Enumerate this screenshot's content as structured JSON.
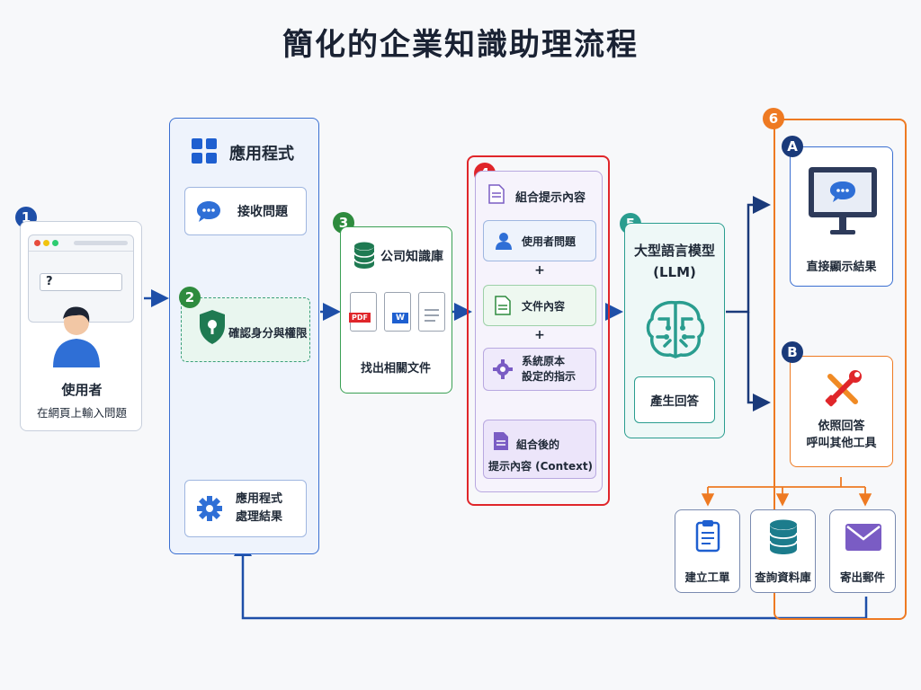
{
  "title": "簡化的企業知識助理流程",
  "colors": {
    "blue": "#1e4fa8",
    "green": "#2e8b3e",
    "red": "#e0262a",
    "purple": "#7a5cc4",
    "teal": "#2a9d8f",
    "orange": "#ee7a22",
    "navy": "#1a3a7a"
  },
  "step1": {
    "badge": "1",
    "name": "使用者",
    "desc": "在網頁上輸入問題",
    "query": "?"
  },
  "app": {
    "title": "應用程式",
    "receive": "接收問題",
    "auth": "確認身分與權限",
    "auth_badge": "2",
    "process_line1": "應用程式",
    "process_line2": "處理結果"
  },
  "step3": {
    "badge": "3",
    "title": "公司知識庫",
    "find": "找出相關文件",
    "pdf": "PDF",
    "word": "W"
  },
  "step4": {
    "badge": "4",
    "title": "組合提示內容",
    "user_q": "使用者問題",
    "plus1": "+",
    "doc": "文件內容",
    "plus2": "+",
    "sys_line1": "系統原本",
    "sys_line2": "設定的指示",
    "combined_line1": "組合後的",
    "combined_line2": "提示內容 (Context)"
  },
  "step5": {
    "badge": "5",
    "title_line1": "大型語言模型",
    "title_line2": "(LLM)",
    "generate": "產生回答"
  },
  "step6": {
    "badge": "6",
    "a_badge": "A",
    "a_label": "直接顯示結果",
    "b_badge": "B",
    "b_line1": "依照回答",
    "b_line2": "呼叫其他工具"
  },
  "tools": [
    {
      "label": "建立工單",
      "icon": "clipboard-icon"
    },
    {
      "label": "查詢資料庫",
      "icon": "database-icon"
    },
    {
      "label": "寄出郵件",
      "icon": "mail-icon"
    }
  ]
}
